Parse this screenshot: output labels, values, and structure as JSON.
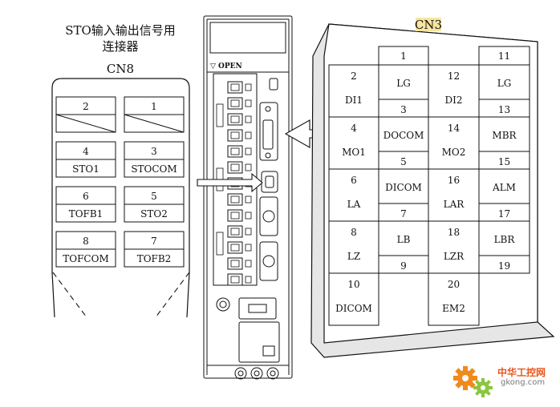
{
  "cn8": {
    "caption_line1": "STO输入输出信号用",
    "caption_line2": "连接器",
    "name": "CN8",
    "pins": [
      {
        "pin": "2",
        "signal": ""
      },
      {
        "pin": "1",
        "signal": ""
      },
      {
        "pin": "4",
        "signal": "STO1"
      },
      {
        "pin": "3",
        "signal": "STOCOM"
      },
      {
        "pin": "6",
        "signal": "TOFB1"
      },
      {
        "pin": "5",
        "signal": "STO2"
      },
      {
        "pin": "8",
        "signal": "TOFCOM"
      },
      {
        "pin": "7",
        "signal": "TOFB2"
      }
    ]
  },
  "drive": {
    "open_label": "▽ OPEN"
  },
  "cn3": {
    "name": "CN3",
    "pins": [
      {
        "pin": "1",
        "signal": ""
      },
      {
        "pin": "2",
        "signal": "DI1"
      },
      {
        "pin": "3",
        "signal": "LG"
      },
      {
        "pin": "4",
        "signal": "MO1"
      },
      {
        "pin": "5",
        "signal": "DOCOM"
      },
      {
        "pin": "6",
        "signal": "LA"
      },
      {
        "pin": "7",
        "signal": "DICOM"
      },
      {
        "pin": "8",
        "signal": "LZ"
      },
      {
        "pin": "9",
        "signal": "LB"
      },
      {
        "pin": "10",
        "signal": "DICOM"
      },
      {
        "pin": "11",
        "signal": ""
      },
      {
        "pin": "12",
        "signal": "DI2"
      },
      {
        "pin": "13",
        "signal": "LG"
      },
      {
        "pin": "14",
        "signal": "MO2"
      },
      {
        "pin": "15",
        "signal": "MBR"
      },
      {
        "pin": "16",
        "signal": "LAR"
      },
      {
        "pin": "17",
        "signal": "ALM"
      },
      {
        "pin": "18",
        "signal": "LZR"
      },
      {
        "pin": "19",
        "signal": "LBR"
      },
      {
        "pin": "20",
        "signal": "EM2"
      }
    ]
  },
  "watermark": {
    "brand": "中华工控网",
    "domain": "gkong.com"
  },
  "colors": {
    "line": "#111111",
    "cn3_title_bg": "#f7e6a0",
    "panel_face": "#ffffff",
    "panel_side": "#e6e6e6",
    "watermark_orange": "#f08a1c",
    "watermark_green": "#8cc63f"
  }
}
